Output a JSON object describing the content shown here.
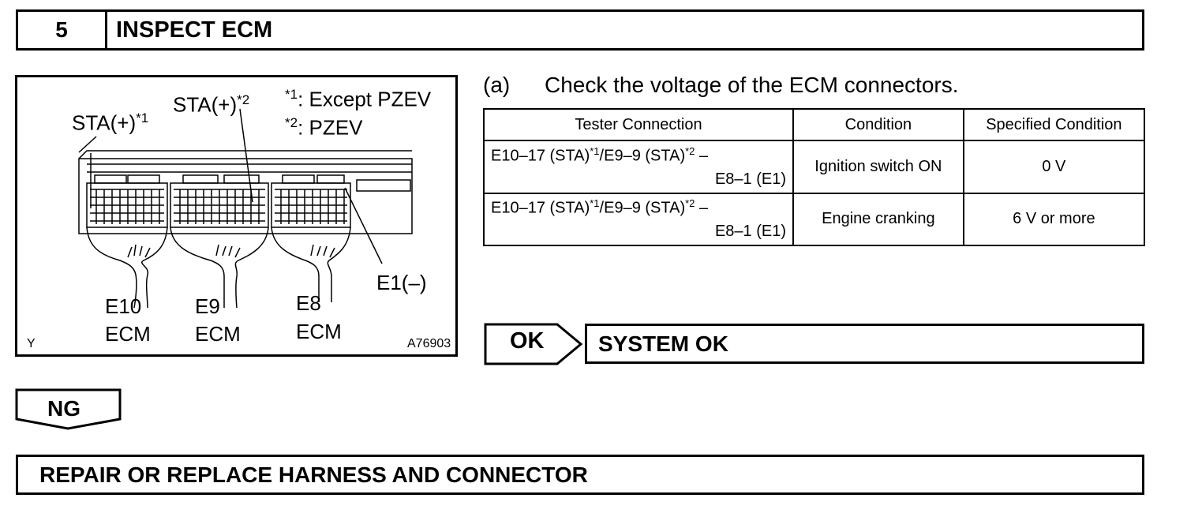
{
  "step": {
    "number": "5",
    "title": "INSPECT ECM"
  },
  "diagram": {
    "sta_plus_1": "STA(+)",
    "sta_plus_1_sup": "*1",
    "sta_plus_2": "STA(+)",
    "sta_plus_2_sup": "*2",
    "note1_mark": "*1",
    "note1_text": ": Except PZEV",
    "note2_mark": "*2",
    "note2_text": ": PZEV",
    "e1_label": "E1(–)",
    "conn_e10": "E10",
    "conn_e9": "E9",
    "conn_e8": "E8",
    "ecm1": "ECM",
    "ecm2": "ECM",
    "ecm3": "ECM",
    "corner": "Y",
    "figure_id": "A76903"
  },
  "instruction": {
    "tag": "(a)",
    "text": "Check the voltage of the ECM connectors."
  },
  "table": {
    "headers": [
      "Tester Connection",
      "Condition",
      "Specified Condition"
    ],
    "rows": [
      {
        "conn_a": "E10–17 (STA)",
        "sup_a": "*1",
        "conn_b": "/E9–9 (STA)",
        "sup_b": "*2",
        "conn_c": " –",
        "conn_line2": "E8–1 (E1)",
        "condition": "Ignition switch ON",
        "specified": "0 V"
      },
      {
        "conn_a": "E10–17 (STA)",
        "sup_a": "*1",
        "conn_b": "/E9–9 (STA)",
        "sup_b": "*2",
        "conn_c": " –",
        "conn_line2": "E8–1 (E1)",
        "condition": "Engine cranking",
        "specified": "6 V or more"
      }
    ]
  },
  "ok": {
    "label": "OK",
    "result": "SYSTEM OK"
  },
  "ng": {
    "label": "NG"
  },
  "repair": {
    "text": "REPAIR OR REPLACE HARNESS AND CONNECTOR"
  }
}
